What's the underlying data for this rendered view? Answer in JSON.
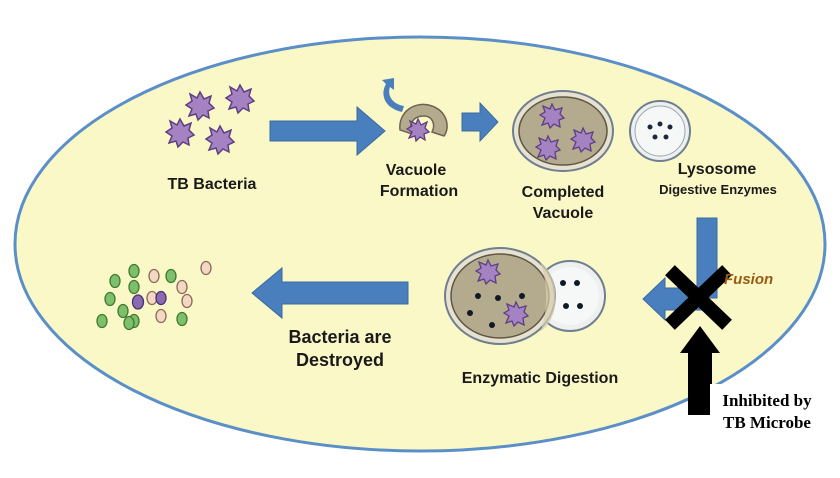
{
  "labels": {
    "tb_bacteria": "TB Bacteria",
    "vacuole_formation_1": "Vacuole",
    "vacuole_formation_2": "Formation",
    "completed_vacuole_1": "Completed",
    "completed_vacuole_2": "Vacuole",
    "lysosome": "Lysosome",
    "digestive_enzymes": "Digestive Enzymes",
    "fusion": "Fusion",
    "enzymatic_digestion": "Enzymatic Digestion",
    "bacteria_destroyed_1": "Bacteria are",
    "bacteria_destroyed_2": "Destroyed",
    "inhibited_1": "Inhibited by",
    "inhibited_2": "TB Microbe"
  },
  "colors": {
    "background": "#ffffff",
    "cell_fill": "#fbf8c8",
    "cell_border": "#5b8fc7",
    "arrow_blue": "#4a7fbe",
    "bacteria_purple": "#a583c3",
    "vacuole_fill": "#b4ab8f",
    "fusion_text": "#9a5a12",
    "block_x": "#000000"
  },
  "icons": [
    "spiky-bacterium-icon",
    "rotation-arrow-icon",
    "x-block-icon"
  ]
}
